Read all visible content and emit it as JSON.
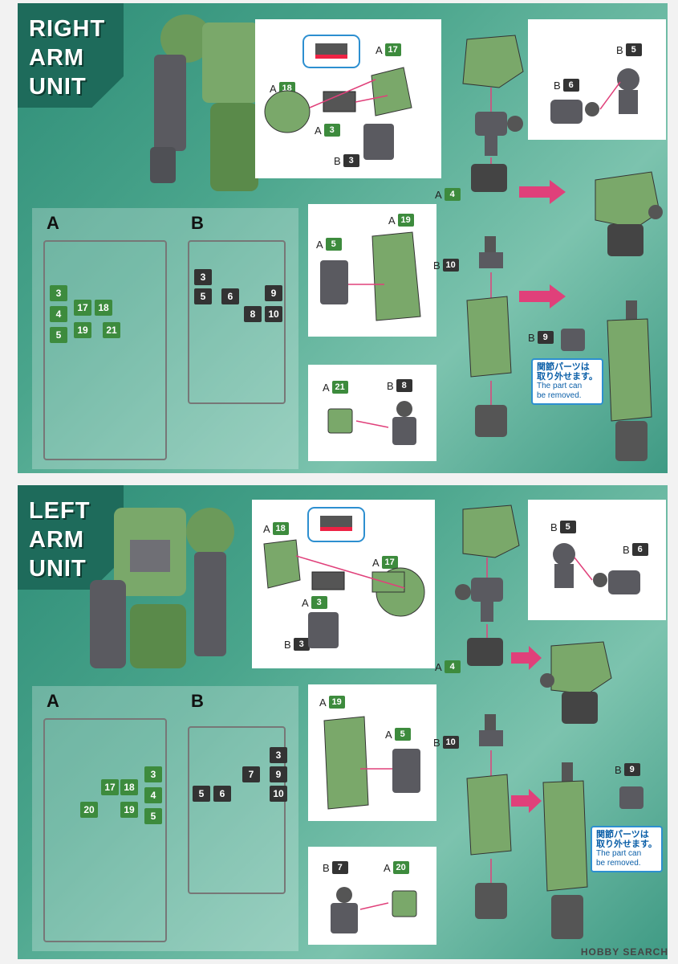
{
  "sections": [
    {
      "title": [
        "RIGHT",
        "ARM",
        "UNIT"
      ],
      "sprue_a": {
        "letter": "A",
        "parts": [
          "3",
          "4",
          "5",
          "17",
          "18",
          "19",
          "21"
        ]
      },
      "sprue_b": {
        "letter": "B",
        "parts": [
          "3",
          "5",
          "6",
          "8",
          "9",
          "10"
        ]
      },
      "step1_labels": {
        "a18": "18",
        "a17": "17",
        "a3": "3",
        "b3": "3",
        "a4": "4"
      },
      "step2_labels": {
        "b6": "6",
        "b5": "5"
      },
      "step3_labels": {
        "a5": "5",
        "a19": "19",
        "b10": "10",
        "b9": "9"
      },
      "step4_labels": {
        "a21": "21",
        "b8": "8"
      },
      "note": {
        "jp": "関節パーツは",
        "jp2": "取り外せます。",
        "en1": "The part can",
        "en2": "be removed."
      }
    },
    {
      "title": [
        "LEFT",
        "ARM",
        "UNIT"
      ],
      "sprue_a": {
        "letter": "A",
        "parts": [
          "3",
          "4",
          "5",
          "17",
          "18",
          "19",
          "20"
        ]
      },
      "sprue_b": {
        "letter": "B",
        "parts": [
          "3",
          "5",
          "6",
          "7",
          "9",
          "10"
        ]
      },
      "step1_labels": {
        "a18": "18",
        "a17": "17",
        "a3": "3",
        "b3": "3",
        "a4": "4"
      },
      "step2_labels": {
        "b5": "5",
        "b6": "6"
      },
      "step3_labels": {
        "a19": "19",
        "a5": "5",
        "b10": "10",
        "b9": "9"
      },
      "step4_labels": {
        "b7": "7",
        "a20": "20"
      },
      "note": {
        "jp": "関節パーツは",
        "jp2": "取り外せます。",
        "en1": "The part can",
        "en2": "be removed."
      }
    }
  ],
  "labels": {
    "A": "A",
    "B": "B"
  },
  "watermark": "HOBBY SEARCH",
  "colors": {
    "green_badge": "#3d8b3d",
    "black_badge": "#333333",
    "arrow": "#e0407a",
    "panel": "#3f9a84"
  }
}
